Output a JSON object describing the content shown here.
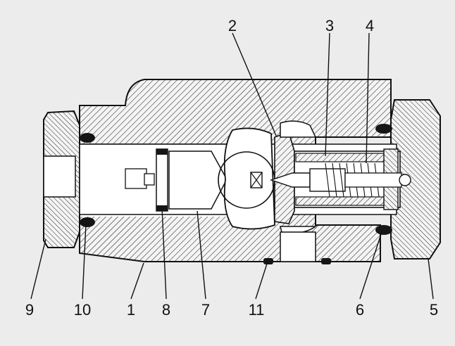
{
  "diagram": {
    "callouts": {
      "c2": "2",
      "c3": "3",
      "c4": "4",
      "c9": "9",
      "c10": "10",
      "c1": "1",
      "c8": "8",
      "c7": "7",
      "c11": "11",
      "c6": "6",
      "c5": "5"
    },
    "colors": {
      "background": "#ececec",
      "outline": "#111111",
      "hatch": "#222222",
      "seal": "#151515",
      "cavity": "#ffffff",
      "watermark": "#b9b9b9"
    }
  }
}
